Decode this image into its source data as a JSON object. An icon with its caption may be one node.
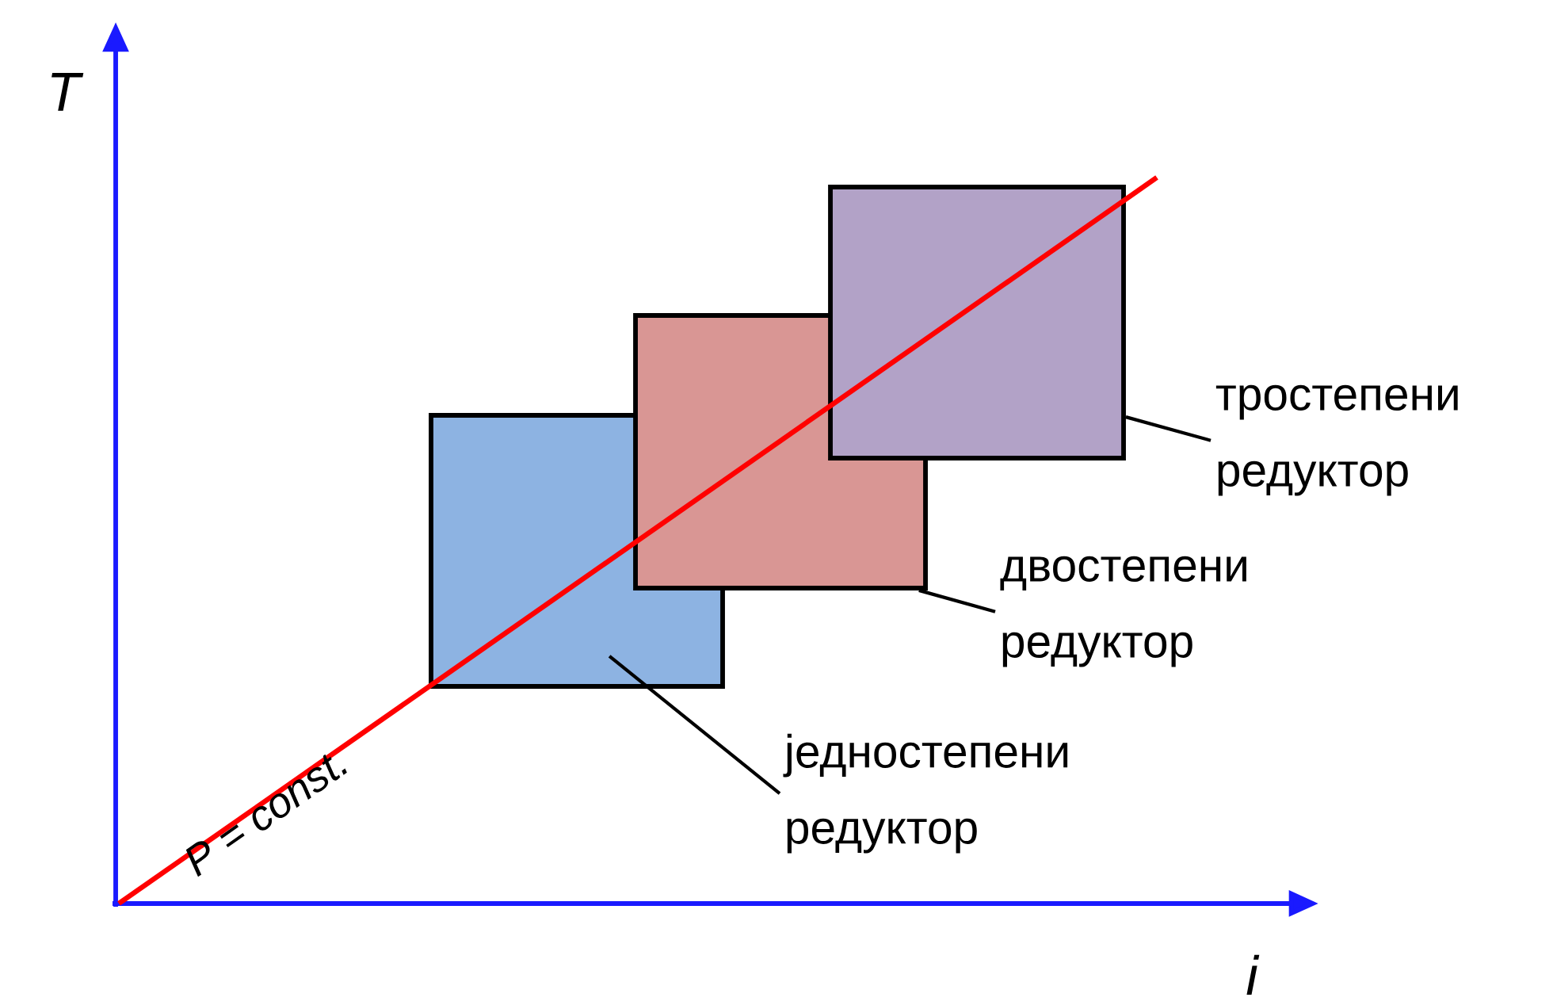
{
  "diagram": {
    "nodes": [
      {
        "text": [],
        "shape": "box"
      },
      {
        "text": [],
        "shape": "box"
      },
      {
        "text": [],
        "shape": "box"
      },
      {
        "text": [
          "тростепени редуктор"
        ]
      },
      {
        "text": [
          "двостепени редуктор"
        ]
      },
      {
        "text": [
          "једностепени редуктор"
        ]
      }
    ],
    "edges": [
      {
        "from": 3,
        "to": 2,
        "arrow": "none"
      },
      {
        "from": 4,
        "to": 1,
        "arrow": "none"
      },
      {
        "from": 5,
        "to": 0,
        "arrow": "none"
      }
    ],
    "labels": [
      "T",
      "i",
      "P = const."
    ]
  }
}
